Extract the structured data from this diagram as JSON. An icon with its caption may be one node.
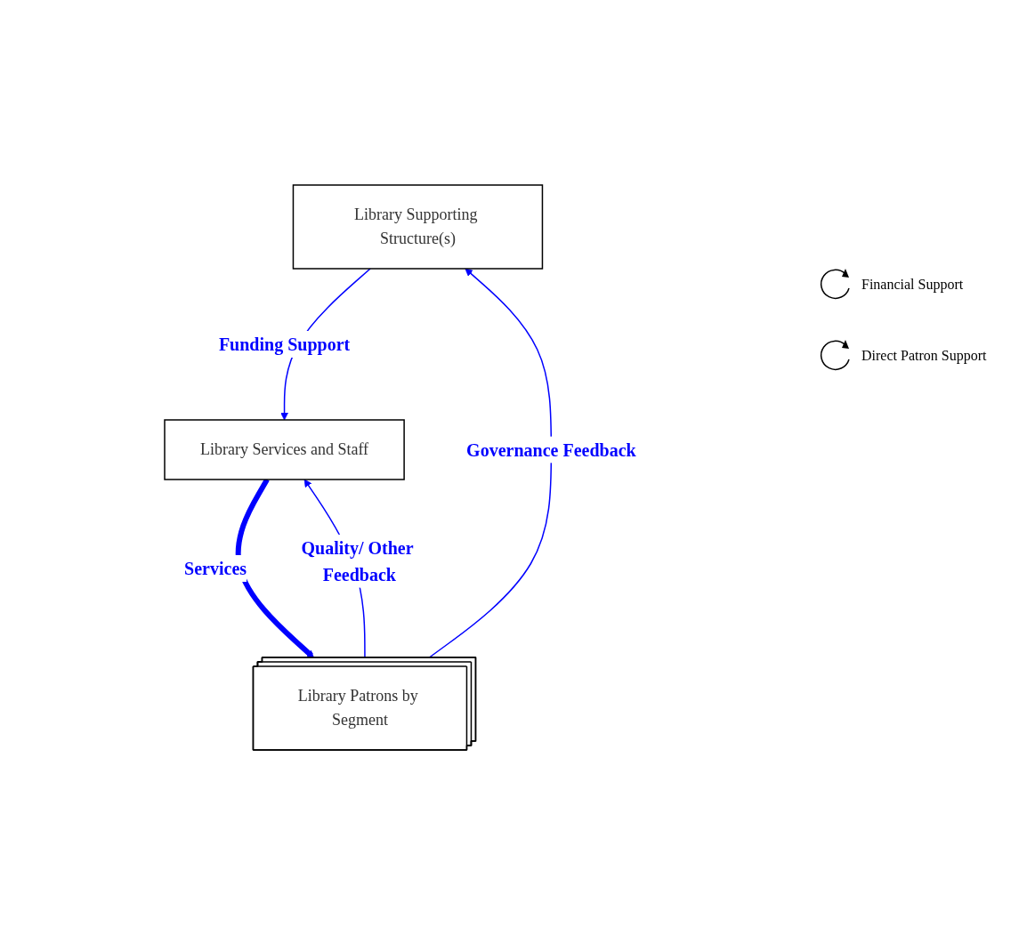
{
  "diagram": {
    "nodes": [
      {
        "text": [
          "Library Supporting Structure(s)"
        ]
      },
      {
        "text": [
          "Library Services and Staff"
        ]
      },
      {
        "text": [
          "Library Patrons by Segment"
        ]
      }
    ],
    "edges": [
      {
        "from": 0,
        "to": 1,
        "arrow": "to",
        "label": "Funding Support"
      },
      {
        "from": 2,
        "to": 0,
        "arrow": "to",
        "label": "Governance Feedback"
      },
      {
        "from": 2,
        "to": 1,
        "arrow": "to",
        "label": "Quality/ Other Feedback"
      },
      {
        "from": 1,
        "to": 2,
        "arrow": "to",
        "label": "Services",
        "style": "thick"
      }
    ],
    "labels": [
      "Financial Support",
      "Direct Patron Support"
    ]
  }
}
